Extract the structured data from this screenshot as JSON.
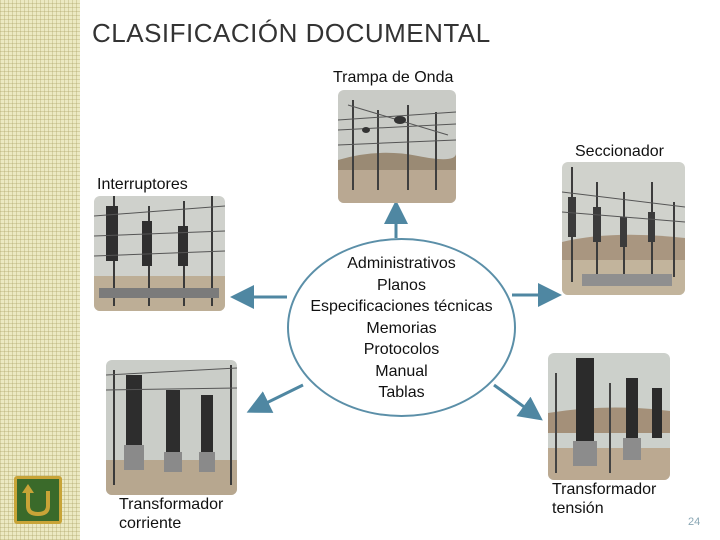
{
  "slide": {
    "title": "CLASIFICACIÓN DOCUMENTAL",
    "page_number": "24"
  },
  "hub": {
    "items": [
      "Administrativos",
      "Planos",
      "Especificaciones técnicas",
      "Memorias",
      "Protocolos",
      "Manual",
      "Tablas"
    ]
  },
  "nodes": {
    "trampa": "Trampa de Onda",
    "seccionador": "Seccionador",
    "interruptores": "Interruptores",
    "tc_line1": "Transformador",
    "tc_line2": "corriente",
    "tt_line1": "Transformador",
    "tt_line2": "tensión"
  },
  "colors": {
    "arrow": "#4f87a2",
    "hub_border": "#5b8fa8",
    "left_band": "#ece9c2",
    "back_button": "#3a6a2a"
  },
  "icons": {
    "back_button": "u-turn-arrow-icon"
  }
}
